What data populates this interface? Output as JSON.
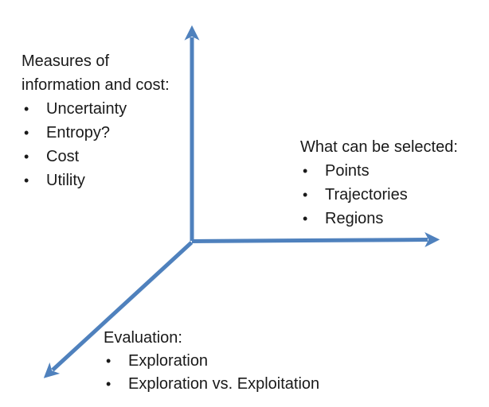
{
  "diagram": {
    "background_color": "#ffffff",
    "axis_color": "#4f81bd",
    "text_color": "#1a1a1a",
    "bullet_char": "•",
    "axes": [
      {
        "name": "vertical-axis",
        "direction": "up"
      },
      {
        "name": "horizontal-axis",
        "direction": "right"
      },
      {
        "name": "diagonal-axis",
        "direction": "down-left"
      }
    ],
    "blocks": {
      "measures": {
        "title": "Measures of information and cost:",
        "items": [
          "Uncertainty",
          "Entropy?",
          "Cost",
          "Utility"
        ]
      },
      "selected": {
        "title": "What can be selected:",
        "items": [
          "Points",
          "Trajectories",
          "Regions"
        ]
      },
      "evaluation": {
        "title": "Evaluation:",
        "items": [
          "Exploration",
          "Exploration vs. Exploitation"
        ]
      }
    }
  }
}
